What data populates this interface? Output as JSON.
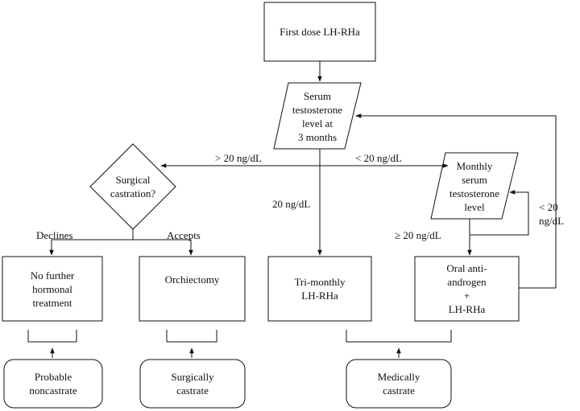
{
  "nodes": {
    "first_dose": "First dose LH-RHa",
    "serum_test": "Serum\ntestosterone\nlevel at\n3 months",
    "surgical_castration": "Surgical\ncastration?",
    "monthly_serum": "Monthly\nserum\ntestosterone\nlevel",
    "no_further": "No further\nhormonal\ntreatment",
    "orchiectomy": "Orchiectomy",
    "tri_monthly": "Tri-monthly\nLH-RHa",
    "oral_anti": "Oral anti-\nandrogen\n+\nLH-RHa",
    "probable_noncastrate": "Probable\nnoncastrate",
    "surgically_castrate": "Surgically\ncastrate",
    "medically_castrate": "Medically\ncastrate"
  },
  "edges": {
    "gt20": "> 20 ng/dL",
    "lt20": "< 20 ng/dL",
    "eq20": "20 ng/dL",
    "lt20_loop": "< 20\nng/dL",
    "gte20": "≥ 20 ng/dL",
    "declines": "Declines",
    "accepts": "Accepts"
  }
}
